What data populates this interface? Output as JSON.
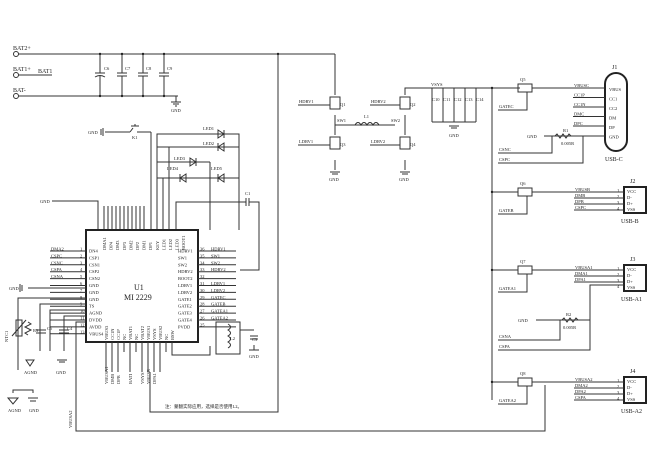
{
  "battery": {
    "terminals": [
      "BAT2+",
      "BAT1+",
      "BAT-"
    ],
    "bat1_net": "BAT1",
    "caps": [
      "C6",
      "C7",
      "C8",
      "C9"
    ],
    "gnd": "GND"
  },
  "switch": {
    "ref": "K1",
    "gnd": "GND"
  },
  "leds": [
    "LED1",
    "LED2",
    "LED3",
    "LED4",
    "LED5"
  ],
  "ic": {
    "ref": "U1",
    "part": "MI 2229",
    "left_pins": [
      {
        "num": "1",
        "name": "DN4",
        "net": "DMA2"
      },
      {
        "num": "2",
        "name": "CSP1",
        "net": "CSPC"
      },
      {
        "num": "3",
        "name": "CSN1",
        "net": "CSNC"
      },
      {
        "num": "4",
        "name": "CSP2",
        "net": "CSPA"
      },
      {
        "num": "5",
        "name": "CSN2",
        "net": "CSNA"
      },
      {
        "num": "6",
        "name": "GND",
        "net": ""
      },
      {
        "num": "7",
        "name": "GND",
        "net": ""
      },
      {
        "num": "8",
        "name": "GND",
        "net": ""
      },
      {
        "num": "9",
        "name": "TS",
        "net": ""
      },
      {
        "num": "10",
        "name": "AGND",
        "net": ""
      },
      {
        "num": "11",
        "name": "DVDD",
        "net": ""
      },
      {
        "num": "12",
        "name": "AVDD",
        "net": ""
      },
      {
        "num": "13",
        "name": "VBUS4",
        "net": ""
      }
    ],
    "right_pins": [
      {
        "num": "36",
        "name": "HDRV1",
        "net": "HDRV1"
      },
      {
        "num": "35",
        "name": "SW1",
        "net": "SW1"
      },
      {
        "num": "34",
        "name": "SW2",
        "net": "SW2"
      },
      {
        "num": "33",
        "name": "HDRV2",
        "net": "HDRV2"
      },
      {
        "num": "32",
        "name": "BOOT2",
        "net": ""
      },
      {
        "num": "31",
        "name": "LDRV1",
        "net": "LDRV1"
      },
      {
        "num": "30",
        "name": "LDRV2",
        "net": "LDRV2"
      },
      {
        "num": "29",
        "name": "GATE1",
        "net": "GATEC"
      },
      {
        "num": "28",
        "name": "GATE2",
        "net": "GATEB"
      },
      {
        "num": "27",
        "name": "GATE3",
        "net": "GATEA1"
      },
      {
        "num": "26",
        "name": "GATE4",
        "net": "GATEA2"
      },
      {
        "num": "25",
        "name": "PVDD",
        "net": ""
      }
    ],
    "top_pins": [
      "DMA1",
      "DP4",
      "DM3",
      "DP3",
      "DM2",
      "DP2",
      "DM1",
      "DP1",
      "KEY",
      "LED1",
      "LED2",
      "LED3",
      "BOOT1"
    ],
    "bottom_pins": [
      "VBUS3",
      "CC1N",
      "CC1P",
      "NC",
      "VBAT1",
      "NC",
      "VBAT2",
      "VBUS1",
      "VSYS",
      "VBUS2",
      "NC",
      "BSW"
    ],
    "bottom_nets": [
      "VBUSA1",
      "DMB",
      "DPB",
      "BATI",
      "VSYS",
      "VBUSB",
      "DPA1"
    ]
  },
  "ntc": {
    "ntc": "NTC1",
    "res": "R3",
    "caps": [
      "C5",
      "C4"
    ],
    "agnd": "AGND",
    "gnd": "GND"
  },
  "boost": {
    "inductor_main": "L1",
    "inductor_alt": "L2",
    "cap_alt": "C3",
    "boot_cap": "C2",
    "cap_c1": "C1",
    "note": "注：蒙翻实际应用，选择是否使用L2。",
    "q_hi_left": "Q1",
    "q_lo_left": "Q3",
    "q_hi_right": "Q2",
    "q_lo_right": "Q4",
    "nets": {
      "hdrv1": "HDRV1",
      "ldrv1": "LDRV1",
      "hdrv2": "HDRV2",
      "ldrv2": "LDRV2",
      "sw1": "SW1",
      "sw2": "SW2"
    },
    "gnd": "GND"
  },
  "vsys": {
    "net": "VSYS",
    "caps": [
      "C10",
      "C11",
      "C12",
      "C13",
      "C14"
    ],
    "gnd": "GND"
  },
  "ports": [
    {
      "ref": "J1",
      "type": "USB-C",
      "switch": "Q5",
      "gate": "GATEC",
      "nets": [
        "VBUSC",
        "CC1P",
        "CC1N",
        "DMC",
        "DPC"
      ],
      "pins": [
        "VBUS",
        "CC1",
        "CC2",
        "DM",
        "DP",
        "GND"
      ],
      "sense": {
        "res": "R1",
        "value": "0.005R",
        "n": "CSNC",
        "p": "CSPC",
        "gnd": "GND"
      }
    },
    {
      "ref": "J2",
      "type": "USB-B",
      "switch": "Q6",
      "gate": "GATEB",
      "nets": [
        "VBUSB",
        "DMB",
        "DPB",
        "CSPC"
      ],
      "pins": [
        "VCC",
        "D-",
        "D+",
        "VSS"
      ],
      "pin_nums": [
        "1",
        "2",
        "3",
        "4"
      ]
    },
    {
      "ref": "J3",
      "type": "USB-A1",
      "switch": "Q7",
      "gate": "GATEA1",
      "nets": [
        "VBUSA1",
        "DMA1",
        "DPA1"
      ],
      "pins": [
        "VCC",
        "D-",
        "D+",
        "VSS"
      ],
      "pin_nums": [
        "1",
        "2",
        "3",
        "4"
      ],
      "sense": {
        "res": "R2",
        "value": "0.005R",
        "n": "CSNA",
        "p": "CSPA",
        "gnd": "GND"
      }
    },
    {
      "ref": "J4",
      "type": "USB-A2",
      "switch": "Q8",
      "gate": "GATEA2",
      "nets": [
        "VBUSA2",
        "DMA2",
        "DPA2",
        "CSPA"
      ],
      "pins": [
        "VCC",
        "D-",
        "D+",
        "VSS"
      ],
      "pin_nums": [
        "1",
        "2",
        "3",
        "4"
      ]
    }
  ],
  "vbusa2_net": "VBUSA2"
}
